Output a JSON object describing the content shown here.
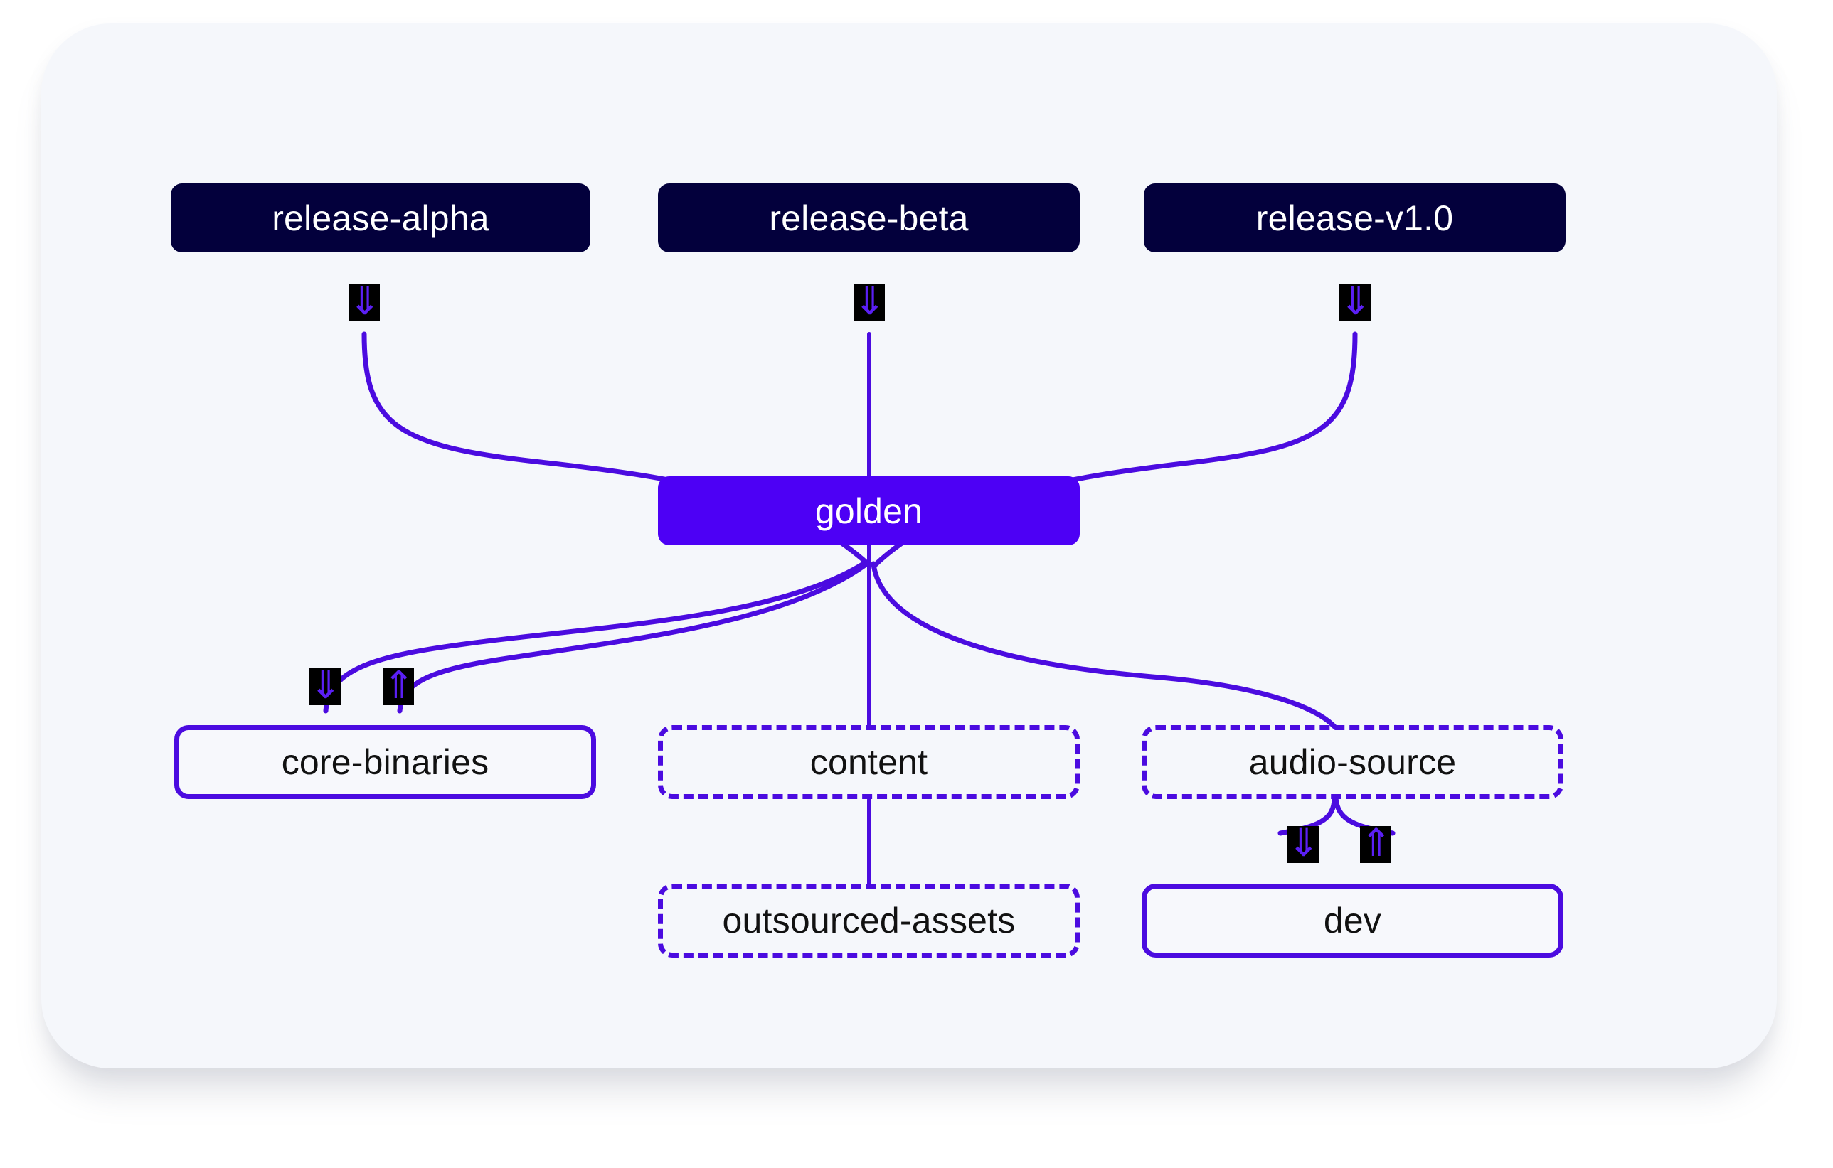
{
  "diagram": {
    "type": "branch-dependency-graph",
    "background_color": "#ffffff",
    "panel_color": "#f5f7fb",
    "accent_color": "#4B0BE0",
    "primary_node_color": "#4d00f5",
    "dark_node_color": "#03003c",
    "nodes": [
      {
        "id": "release-alpha",
        "label": "release-alpha",
        "style": "dark",
        "row": "top"
      },
      {
        "id": "release-beta",
        "label": "release-beta",
        "style": "dark",
        "row": "top"
      },
      {
        "id": "release-v1.0",
        "label": "release-v1.0",
        "style": "dark",
        "row": "top"
      },
      {
        "id": "golden",
        "label": "golden",
        "style": "primary",
        "row": "middle"
      },
      {
        "id": "core-binaries",
        "label": "core-binaries",
        "style": "outline",
        "row": "bottom"
      },
      {
        "id": "content",
        "label": "content",
        "style": "dashed",
        "row": "bottom"
      },
      {
        "id": "audio-source",
        "label": "audio-source",
        "style": "dashed",
        "row": "bottom"
      },
      {
        "id": "outsourced-assets",
        "label": "outsourced-assets",
        "style": "dashed",
        "row": "lower"
      },
      {
        "id": "dev",
        "label": "dev",
        "style": "outline",
        "row": "lower"
      }
    ],
    "edges": [
      {
        "from": "release-alpha",
        "to": "golden",
        "marker": "down"
      },
      {
        "from": "release-beta",
        "to": "golden",
        "marker": "down"
      },
      {
        "from": "release-v1.0",
        "to": "golden",
        "marker": "down"
      },
      {
        "from": "golden",
        "to": "core-binaries",
        "marker": "down"
      },
      {
        "from": "core-binaries",
        "to": "golden",
        "marker": "up"
      },
      {
        "from": "golden",
        "to": "content",
        "marker": "none"
      },
      {
        "from": "content",
        "to": "outsourced-assets",
        "marker": "none"
      },
      {
        "from": "golden",
        "to": "audio-source",
        "marker": "none"
      },
      {
        "from": "dev",
        "to": "audio-source",
        "marker": "up"
      },
      {
        "from": "audio-source",
        "to": "dev",
        "marker": "down"
      }
    ],
    "markers": {
      "down_glyph": "⇓",
      "up_glyph": "⇑",
      "down_name": "arrow-down-icon",
      "up_name": "arrow-up-icon"
    }
  }
}
